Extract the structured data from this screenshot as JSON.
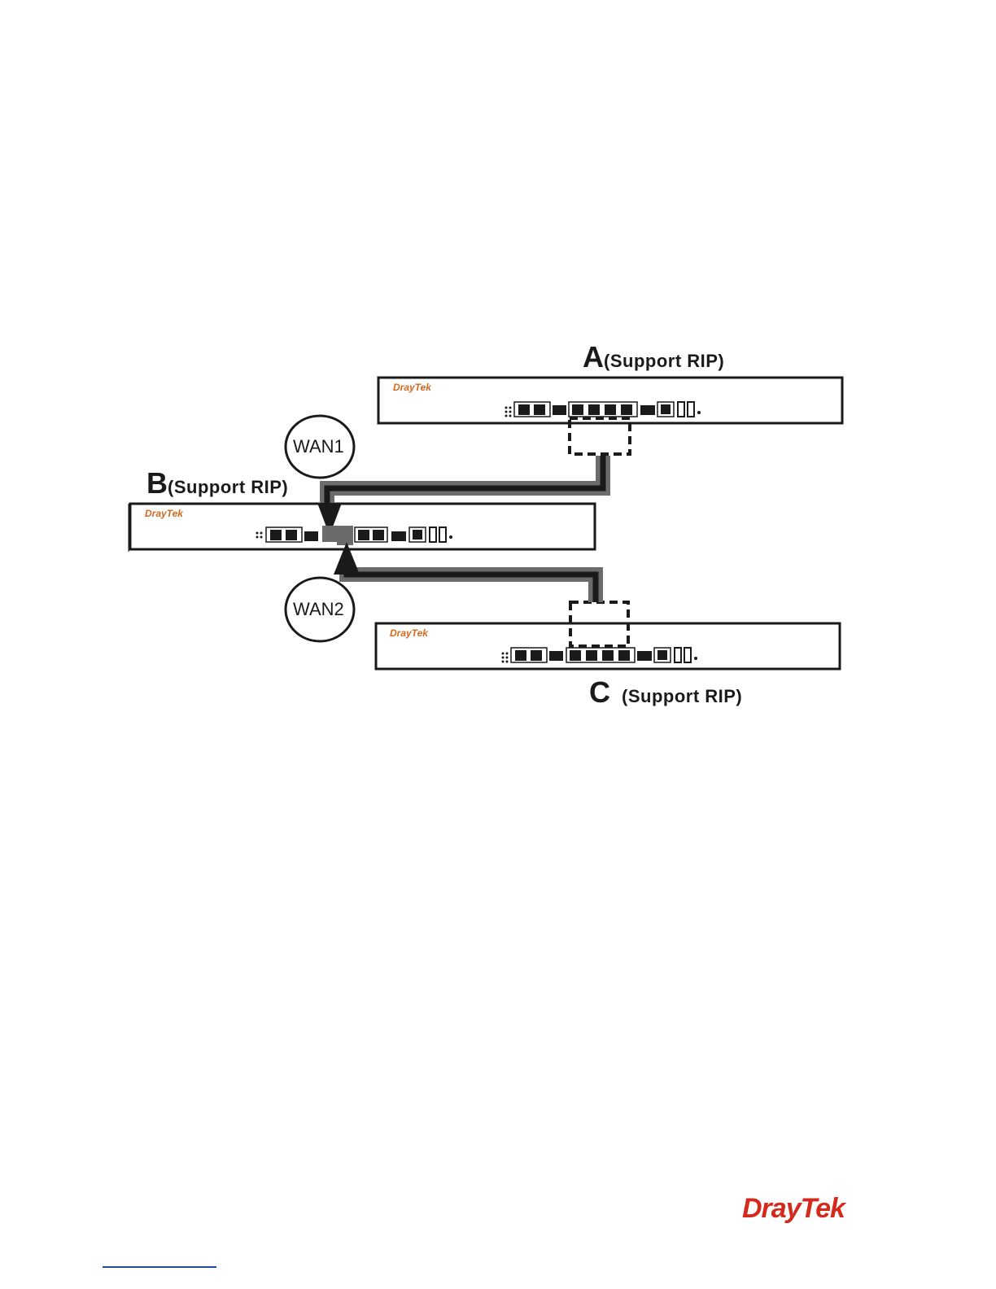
{
  "routers": [
    {
      "letter": "A",
      "tag": "(Support RIP)",
      "brand": "DrayTek"
    },
    {
      "letter": "B",
      "tag": "(Support RIP)",
      "brand": "DrayTek"
    },
    {
      "letter": "C",
      "tag": "(Support RIP)",
      "brand": "DrayTek"
    }
  ],
  "wan_labels": [
    "WAN1",
    "WAN2"
  ],
  "footer": {
    "logo": "DrayTek"
  },
  "colors": {
    "line_dark": "#1a1a1a",
    "line_gray": "#6b6b6b",
    "brand": "#d42a1e"
  }
}
